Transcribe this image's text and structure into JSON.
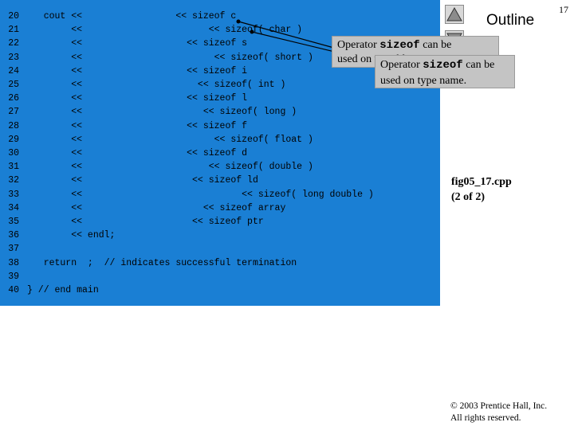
{
  "slide": {
    "page_number": "17",
    "outline_title": "Outline",
    "file_label": "fig05_17.cpp",
    "file_part": "(2 of 2)",
    "copyright_line1": "© 2003 Prentice Hall, Inc.",
    "copyright_line2": "All rights reserved."
  },
  "callouts": {
    "variable": {
      "prefix": "Operator ",
      "code": "sizeof",
      "suffix": " can be",
      "line2": "used on variable name."
    },
    "type": {
      "prefix": "Operator ",
      "code": "sizeof",
      "suffix": " can be",
      "line2": "used on type name."
    }
  },
  "code_lines": [
    {
      "number": "20",
      "text": "   cout <<                 << sizeof c"
    },
    {
      "number": "21",
      "text": "        <<                       << sizeof( char )"
    },
    {
      "number": "22",
      "text": "        <<                   << sizeof s"
    },
    {
      "number": "23",
      "text": "        <<                        << sizeof( short )"
    },
    {
      "number": "24",
      "text": "        <<                   << sizeof i"
    },
    {
      "number": "25",
      "text": "        <<                     << sizeof( int )"
    },
    {
      "number": "26",
      "text": "        <<                   << sizeof l"
    },
    {
      "number": "27",
      "text": "        <<                      << sizeof( long )"
    },
    {
      "number": "28",
      "text": "        <<                   << sizeof f"
    },
    {
      "number": "29",
      "text": "        <<                        << sizeof( float )"
    },
    {
      "number": "30",
      "text": "        <<                   << sizeof d"
    },
    {
      "number": "31",
      "text": "        <<                       << sizeof( double )"
    },
    {
      "number": "32",
      "text": "        <<                    << sizeof ld"
    },
    {
      "number": "33",
      "text": "        <<                             << sizeof( long double )"
    },
    {
      "number": "34",
      "text": "        <<                      << sizeof array"
    },
    {
      "number": "35",
      "text": "        <<                    << sizeof ptr"
    },
    {
      "number": "36",
      "text": "        << endl;"
    },
    {
      "number": "37",
      "text": ""
    },
    {
      "number": "38",
      "text": "   return  ;  // indicates successful termination"
    },
    {
      "number": "39",
      "text": ""
    },
    {
      "number": "40",
      "text": "} // end main"
    }
  ],
  "icons": {
    "up": "triangle-up-icon",
    "down": "triangle-down-icon"
  }
}
